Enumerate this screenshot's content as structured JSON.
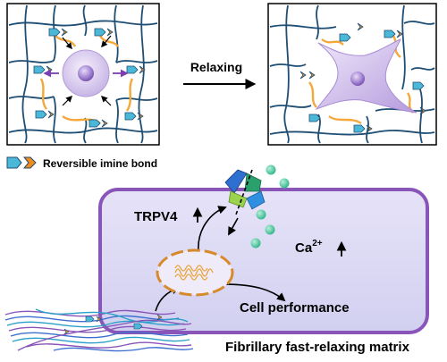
{
  "labels": {
    "process": "Relaxing",
    "legend": "Reversible imine bond",
    "channel": "TRPV4",
    "ion_base": "Ca",
    "ion_charge": "2+",
    "outcome": "Cell performance",
    "matrix": "Fibrillary fast-relaxing matrix"
  },
  "colors": {
    "network": "#1f4e74",
    "linker": "#f4a83a",
    "bond_blue": "#4bb8d8",
    "bond_orange": "#f08a1c",
    "cell": "#c9b6e6",
    "nucleus": "#8f6fc6",
    "membrane": "#8a55b8",
    "calcium": "#3fc39c",
    "arrow_purple": "#7a3fb0"
  },
  "icons": [
    "arrow-right-icon",
    "up-arrow-icon",
    "ion-channel-icon",
    "nucleus-icon"
  ]
}
